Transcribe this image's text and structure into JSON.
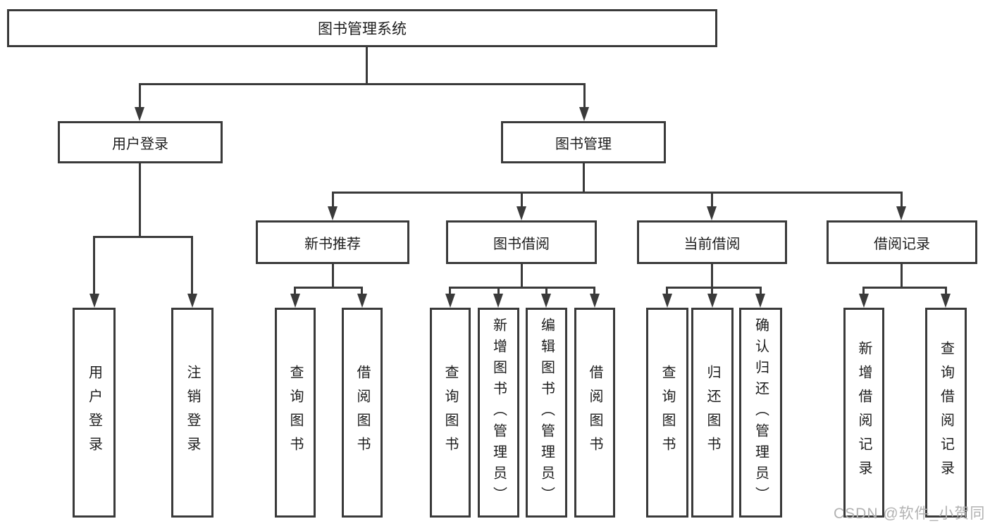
{
  "tree": {
    "root": {
      "label": "图书管理系统"
    },
    "branches": [
      {
        "label": "用户登录",
        "leaves": [
          {
            "label": "用户登录"
          },
          {
            "label": "注销登录"
          }
        ]
      },
      {
        "label": "图书管理",
        "groups": [
          {
            "label": "新书推荐",
            "leaves": [
              {
                "label": "查询图书"
              },
              {
                "label": "借阅图书"
              }
            ]
          },
          {
            "label": "图书借阅",
            "leaves": [
              {
                "label": "查询图书"
              },
              {
                "label": "新增图书（管理员）"
              },
              {
                "label": "编辑图书（管理员）"
              },
              {
                "label": "借阅图书"
              }
            ]
          },
          {
            "label": "当前借阅",
            "leaves": [
              {
                "label": "查询图书"
              },
              {
                "label": "归还图书"
              },
              {
                "label": "确认归还（管理员）"
              }
            ]
          },
          {
            "label": "借阅记录",
            "leaves": [
              {
                "label": "新增借阅记录"
              },
              {
                "label": "查询借阅记录"
              }
            ]
          }
        ]
      }
    ]
  },
  "watermark": {
    "text": "CSDN @软件_小贺同学"
  },
  "colors": {
    "line": "#3a3a3a",
    "text": "#1d1d1d",
    "watermark": "#b2b2b2",
    "background": "#ffffff"
  }
}
